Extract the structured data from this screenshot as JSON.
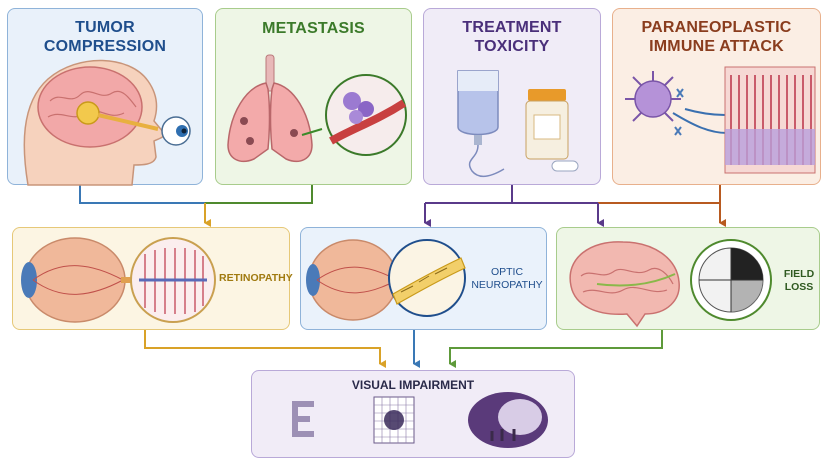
{
  "causes": [
    {
      "title": "TUMOR\nCOMPRESSION",
      "color": "#1f4e8c"
    },
    {
      "title": "METASTASIS",
      "color": "#3b7a2a"
    },
    {
      "title": "TREATMENT\nTOXICITY",
      "color": "#4a2f7a"
    },
    {
      "title": "PARANEOPLASTIC\nIMMUNE ATTACK",
      "color": "#8a3d1e"
    }
  ],
  "mechanisms": [
    {
      "label": "RETINOPATHY",
      "color": "#a07a10"
    },
    {
      "label": "OPTIC\nNEUROPATHY",
      "color": "#1f4e8c"
    },
    {
      "label": "FIELD\nLOSS",
      "color": "#2f5a20"
    }
  ],
  "outcome": {
    "label": "VISUAL IMPAIRMENT"
  },
  "colors": {
    "blue": "#3a78b5",
    "green": "#5e9a3a",
    "purple": "#6a4a9a",
    "orange": "#c0652a",
    "gold": "#d9a228"
  }
}
